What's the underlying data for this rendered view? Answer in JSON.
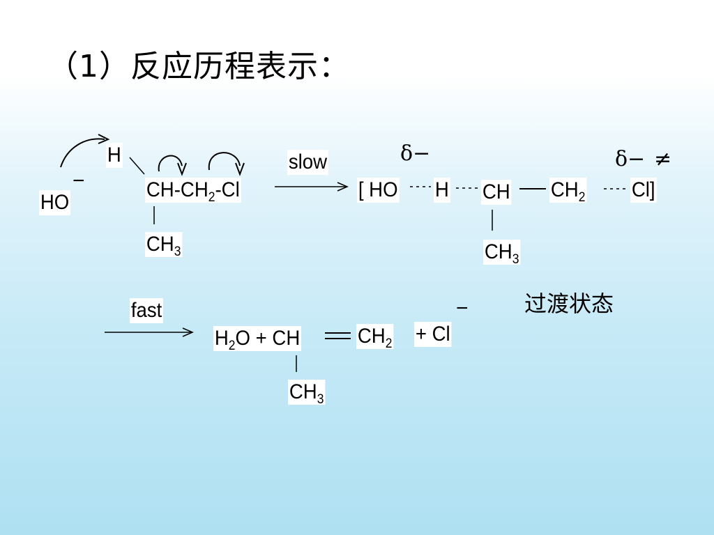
{
  "title": "（1）反应历程表示：",
  "reactants": {
    "hydroxide": "HO",
    "hydroxide_charge": "−",
    "hydrogen": "H",
    "chain": "CH-CH",
    "chain_sub": "2",
    "chain_end": "-Cl",
    "methyl": "CH",
    "methyl_sub": "3"
  },
  "slow_label": "slow",
  "fast_label": "fast",
  "transition_state": {
    "delta1": "δ−",
    "delta2": "δ−",
    "double_dagger": "≠",
    "bracket_ho": "[ HO",
    "h": "H",
    "ch": "CH",
    "ch2": "CH",
    "ch2_sub": "2",
    "cl": "Cl]",
    "methyl": "CH",
    "methyl_sub": "3",
    "caption": "过渡状态"
  },
  "products": {
    "water": "H",
    "water_sub": "2",
    "water_rest": "O + CH",
    "ch2": "CH",
    "ch2_sub": "2",
    "chloride": "+ Cl",
    "chloride_charge": "−",
    "methyl": "CH",
    "methyl_sub": "3"
  }
}
